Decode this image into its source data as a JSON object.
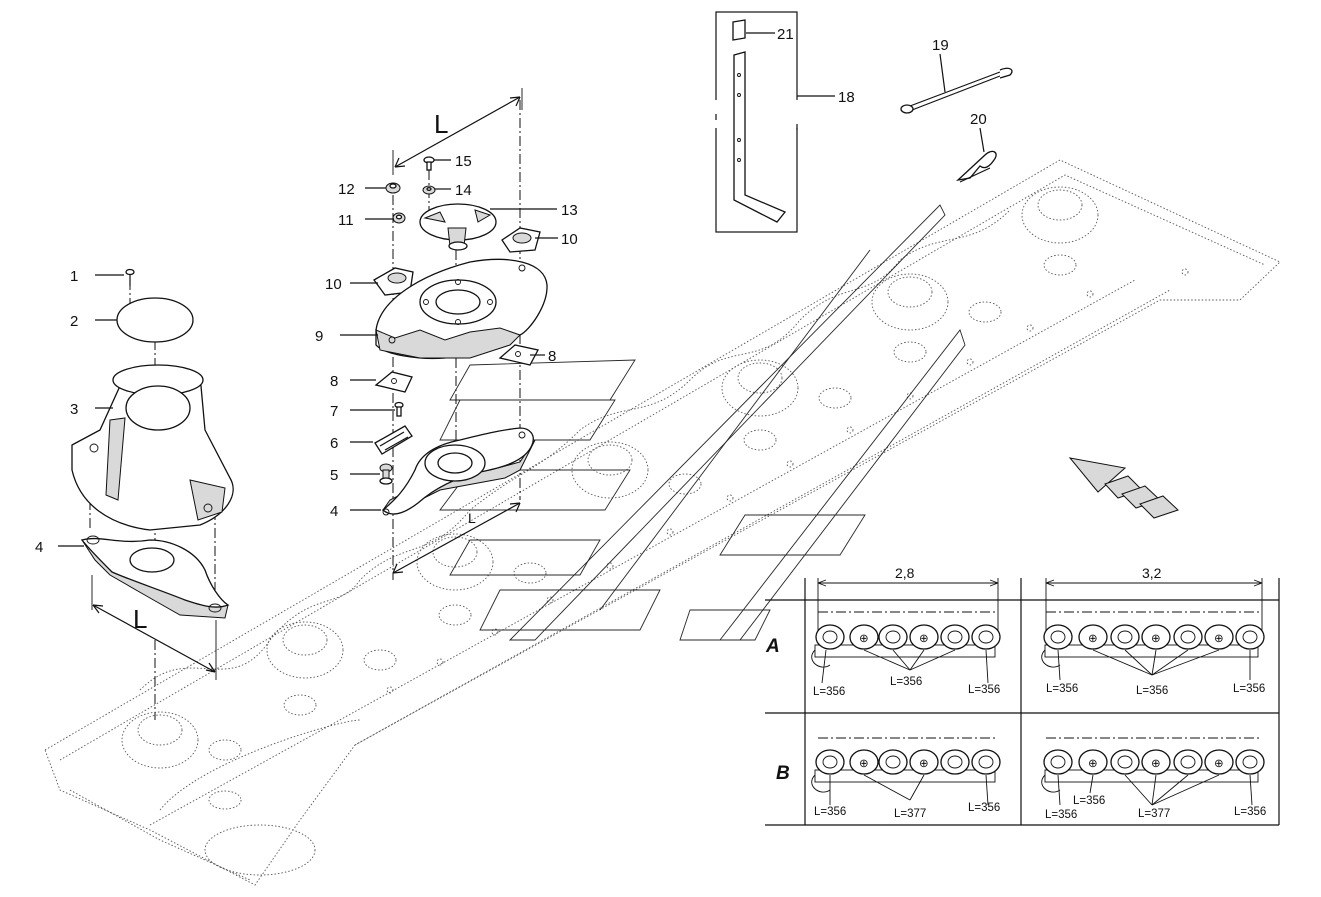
{
  "callouts": [
    {
      "id": "1",
      "text": "1"
    },
    {
      "id": "2",
      "text": "2"
    },
    {
      "id": "3",
      "text": "3"
    },
    {
      "id": "4a",
      "text": "4"
    },
    {
      "id": "4b",
      "text": "4"
    },
    {
      "id": "5",
      "text": "5"
    },
    {
      "id": "6",
      "text": "6"
    },
    {
      "id": "7",
      "text": "7"
    },
    {
      "id": "8a",
      "text": "8"
    },
    {
      "id": "8b",
      "text": "8"
    },
    {
      "id": "9",
      "text": "9"
    },
    {
      "id": "10a",
      "text": "10"
    },
    {
      "id": "10b",
      "text": "10"
    },
    {
      "id": "11",
      "text": "11"
    },
    {
      "id": "12",
      "text": "12"
    },
    {
      "id": "13",
      "text": "13"
    },
    {
      "id": "14",
      "text": "14"
    },
    {
      "id": "15",
      "text": "15"
    },
    {
      "id": "18",
      "text": "18"
    },
    {
      "id": "19",
      "text": "19"
    },
    {
      "id": "20",
      "text": "20"
    },
    {
      "id": "21",
      "text": "21"
    }
  ],
  "dimension_L": "L",
  "table": {
    "row_labels": [
      "A",
      "B"
    ],
    "col_widths": [
      "2,8",
      "3,2"
    ],
    "cells": {
      "a28": [
        "L=356",
        "L=356",
        "L=356"
      ],
      "a32": [
        "L=356",
        "L=356",
        "L=356"
      ],
      "b28": [
        "L=356",
        "L=377",
        "L=356"
      ],
      "b32": [
        "L=356",
        "L=356",
        "L=377",
        "L=356"
      ]
    }
  }
}
